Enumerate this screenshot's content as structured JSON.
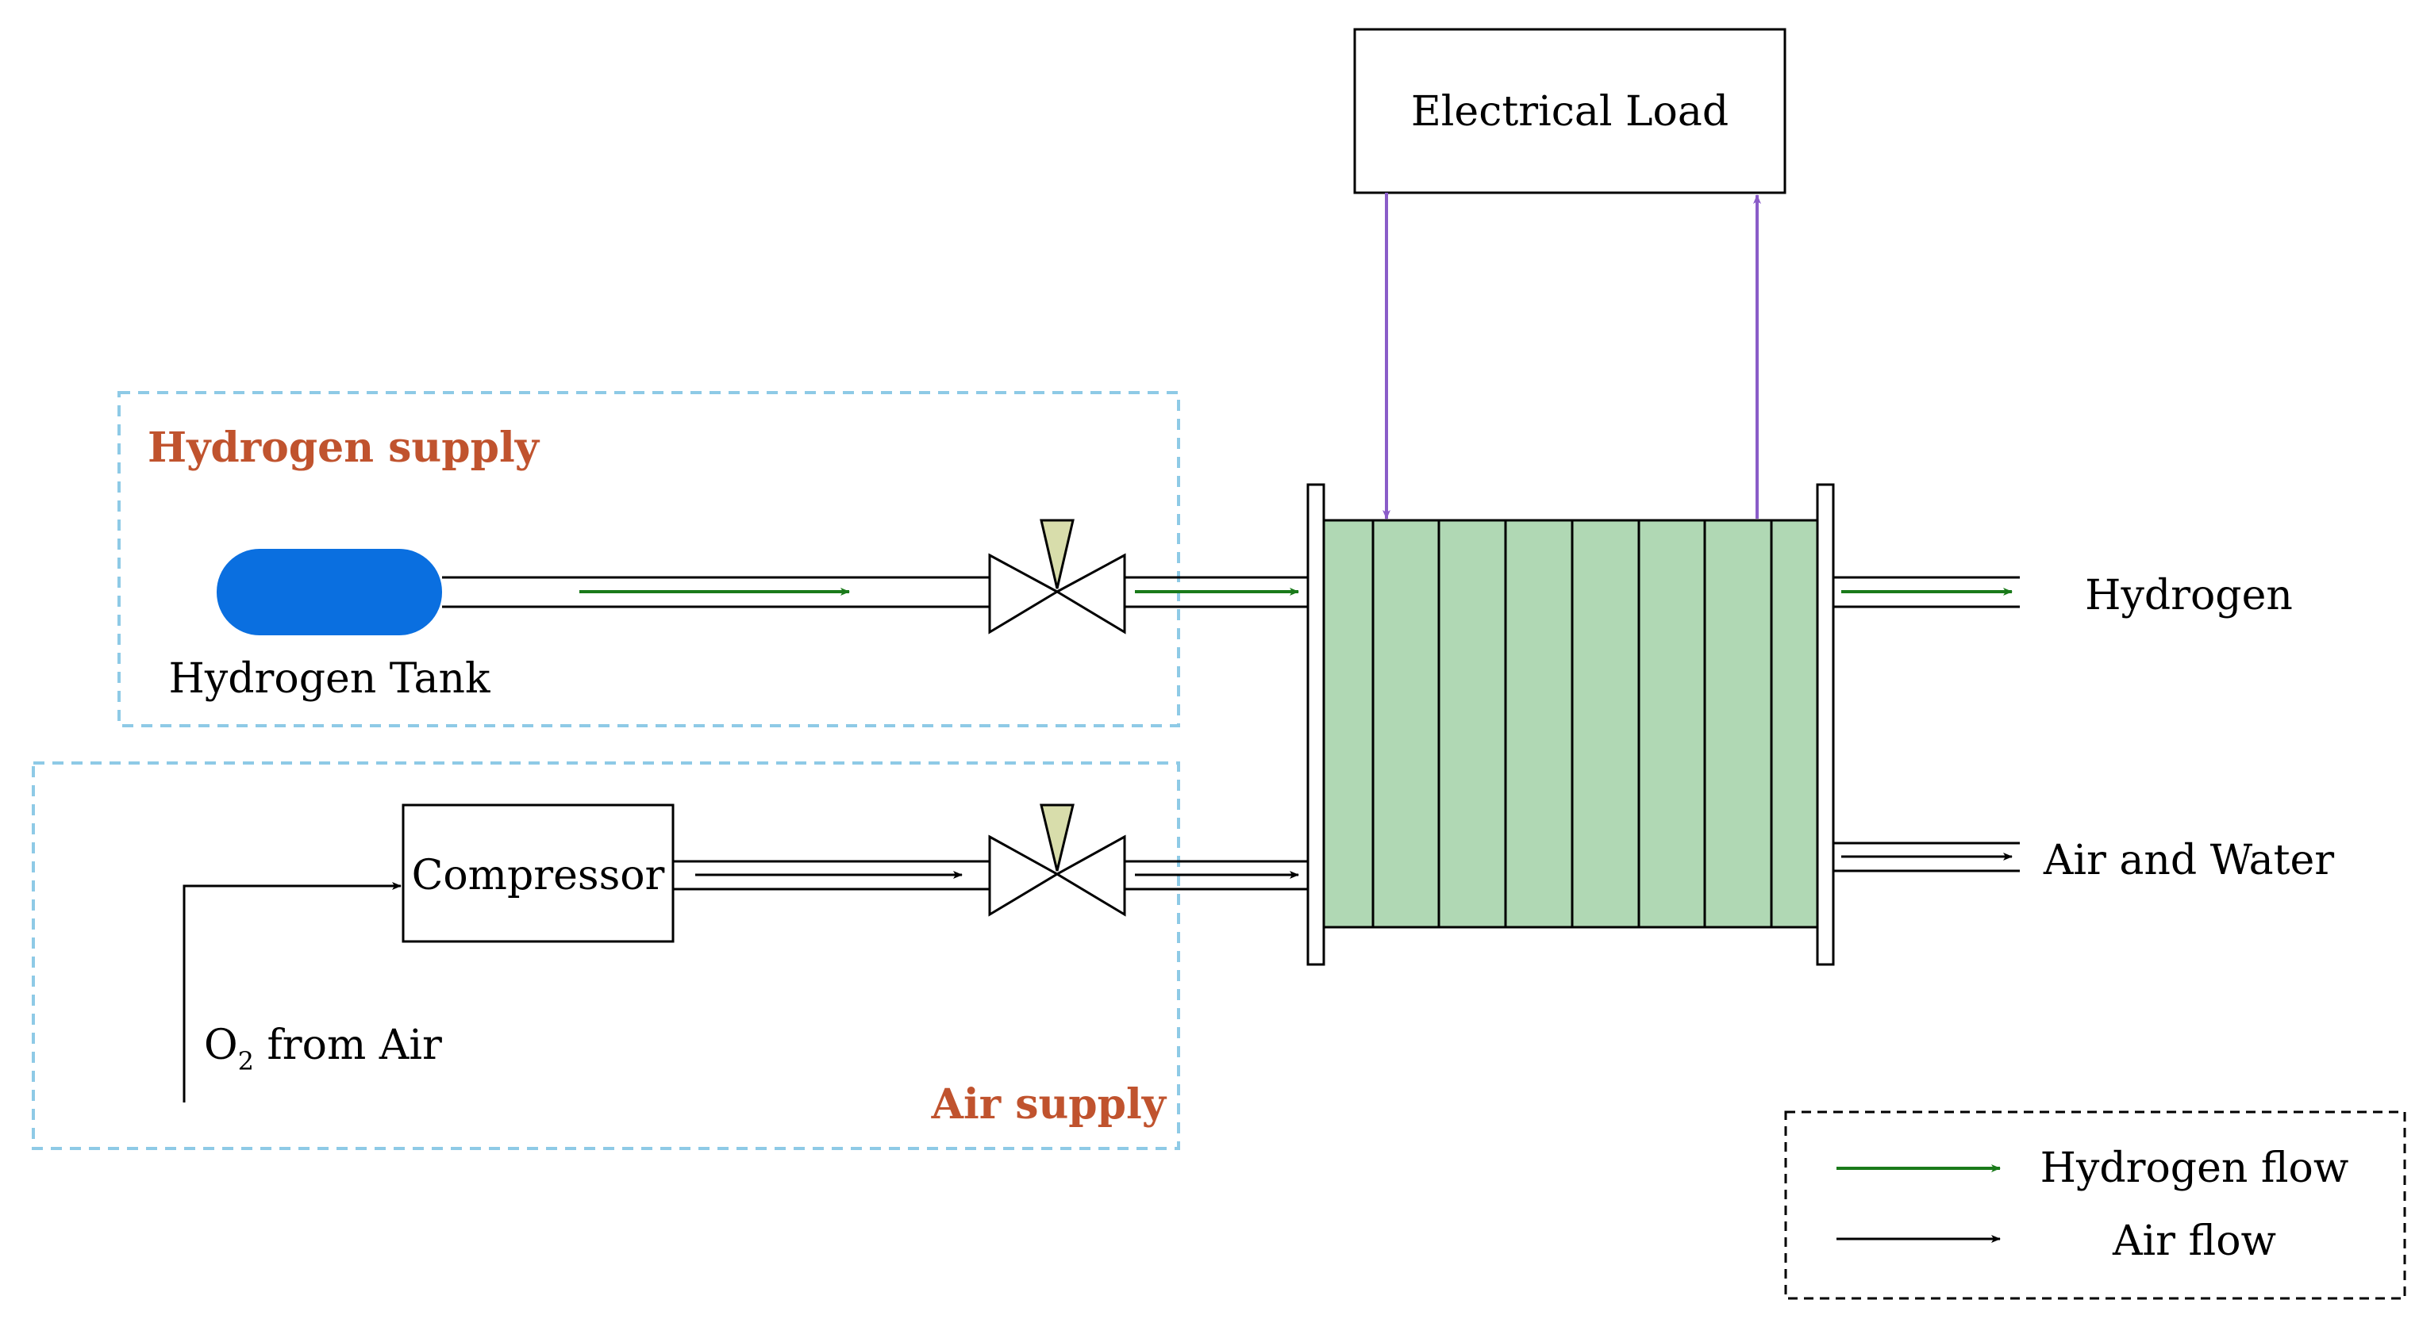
{
  "labels": {
    "electrical_load": "Electrical Load",
    "hydrogen_supply": "Hydrogen supply",
    "air_supply": "Air supply",
    "hydrogen_tank": "Hydrogen Tank",
    "compressor": "Compressor",
    "o2_main": "O",
    "o2_sub": "2",
    "o2_rest": " from Air",
    "out_hydrogen": "Hydrogen",
    "out_air_water": "Air and Water"
  },
  "legend": {
    "hydrogen_flow": "Hydrogen flow",
    "air_flow": "Air flow"
  },
  "colors": {
    "hydrogen_flow": "#1a7a1a",
    "air_flow": "#000000",
    "electrical": "#8a5cc8",
    "group_border": "#8ecae6",
    "group_title": "#c0532e",
    "tank": "#0a6fe0",
    "stack": "#b0d8b4",
    "valve_actuator": "#d8ddab"
  },
  "icons": {
    "tank": "hydrogen-tank-icon",
    "valve": "valve-icon",
    "stack": "fuel-cell-stack-icon"
  }
}
